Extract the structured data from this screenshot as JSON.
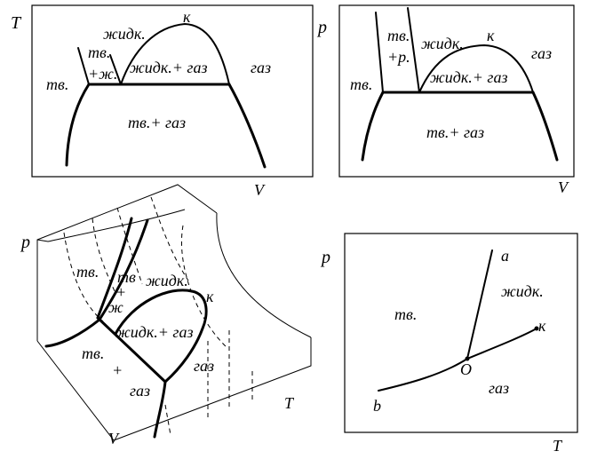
{
  "panels": {
    "tv": {
      "axis_y": "T",
      "axis_x": "V",
      "label_solid": "тв.",
      "label_solid_liquid_1": "тв.",
      "label_solid_liquid_2": "+ж.",
      "label_liquid": "жидк.",
      "label_critical": "к",
      "label_liquid_gas": "жидк.+ газ",
      "label_gas": "газ",
      "label_solid_gas": "тв.+ газ"
    },
    "pv": {
      "axis_y": "p",
      "axis_x": "V",
      "label_solid": "тв.",
      "label_solid_liquid_1": "тв.",
      "label_solid_liquid_2": "+р.",
      "label_liquid": "жидк.",
      "label_critical": "к",
      "label_liquid_gas": "жидк.+ газ",
      "label_gas": "газ",
      "label_solid_gas": "тв.+ газ"
    },
    "surface3d": {
      "axis_p": "p",
      "axis_t": "T",
      "axis_v": "V",
      "label_solid": "тв.",
      "label_solid_liquid_1": "тв",
      "label_solid_liquid_2": "+",
      "label_solid_liquid_3": "ж",
      "label_liquid": "жидк.",
      "label_critical": "к",
      "label_liquid_gas": "жидк.+ газ",
      "label_gas": "газ",
      "label_solid_gas_1": "тв.",
      "label_solid_gas_2": "+",
      "label_solid_gas_3": "газ"
    },
    "pt": {
      "axis_y": "p",
      "axis_x": "T",
      "label_a": "a",
      "label_b": "b",
      "label_k": "к",
      "label_o": "O",
      "label_solid": "тв.",
      "label_liquid": "жидк.",
      "label_gas": "газ"
    }
  }
}
